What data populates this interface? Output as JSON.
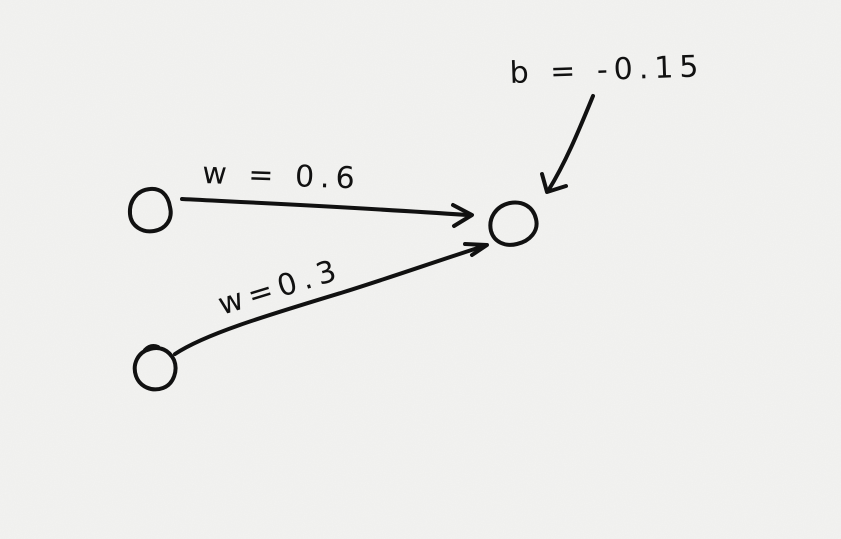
{
  "diagram": {
    "bias_label": "b = -0.15",
    "weight_top_label": "w = 0.6",
    "weight_bottom_label": "w=0.3"
  },
  "colors": {
    "paper": "#f3f3f1",
    "ink": "#111111"
  }
}
